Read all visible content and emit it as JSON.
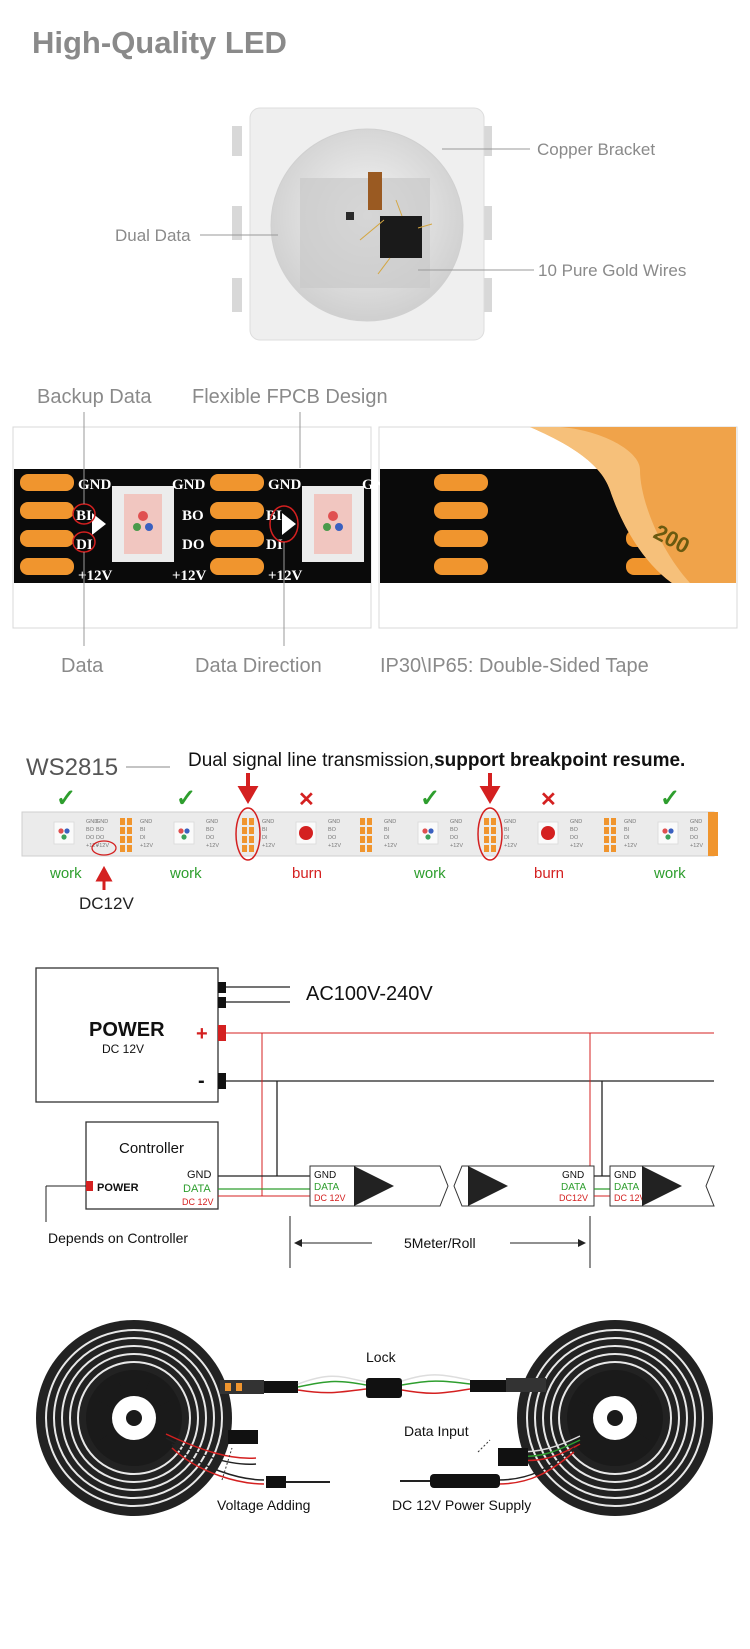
{
  "header": {
    "title": "High-Quality LED"
  },
  "led_chip": {
    "copper_bracket": "Copper Bracket",
    "dual_data": "Dual Data",
    "gold_wires": "10 Pure  Gold Wires"
  },
  "strip_section": {
    "backup_data": "Backup Data",
    "flexible_fpcb": "Flexible FPCB Design",
    "data": "Data",
    "data_direction": "Data Direction",
    "tape": "IP30\\IP65: Double-Sided Tape",
    "pad_labels": {
      "gnd": "GND",
      "bi": "BI",
      "di": "DI",
      "bo": "BO",
      "do": "DO",
      "plus12v": "+12V",
      "di_small": "DI",
      "bi_small": "BI"
    },
    "tape_text": "200"
  },
  "ws_section": {
    "model": "WS2815",
    "headline_normal": "Dual signal line transmission,",
    "headline_bold": "support breakpoint resume.",
    "statuses": [
      "work",
      "work",
      "burn",
      "work",
      "burn",
      "work"
    ],
    "check_mark": "✓",
    "cross_mark": "✕",
    "dc_label": "DC12V",
    "pad_small": {
      "gnd": "GND",
      "bo": "BO",
      "do": "DO",
      "bi": "BI",
      "di": "DI",
      "v": "+12V"
    }
  },
  "wiring": {
    "ac": "AC100V-240V",
    "power_title": "POWER",
    "power_sub": "DC 12V",
    "plus": "+",
    "minus": "-",
    "controller": "Controller",
    "controller_power": "POWER",
    "gnd": "GND",
    "data": "DATA",
    "dc12v": "DC 12V",
    "dc12v_b": "DC12V",
    "depends": "Depends on Controller",
    "length": "5Meter/Roll",
    "colors": {
      "red": "#d42020",
      "green": "#2e9e2e",
      "black": "#222222"
    }
  },
  "reels": {
    "lock": "Lock",
    "data_input": "Data Input",
    "voltage_adding": "Voltage Adding",
    "power_supply": "DC 12V  Power Supply"
  }
}
